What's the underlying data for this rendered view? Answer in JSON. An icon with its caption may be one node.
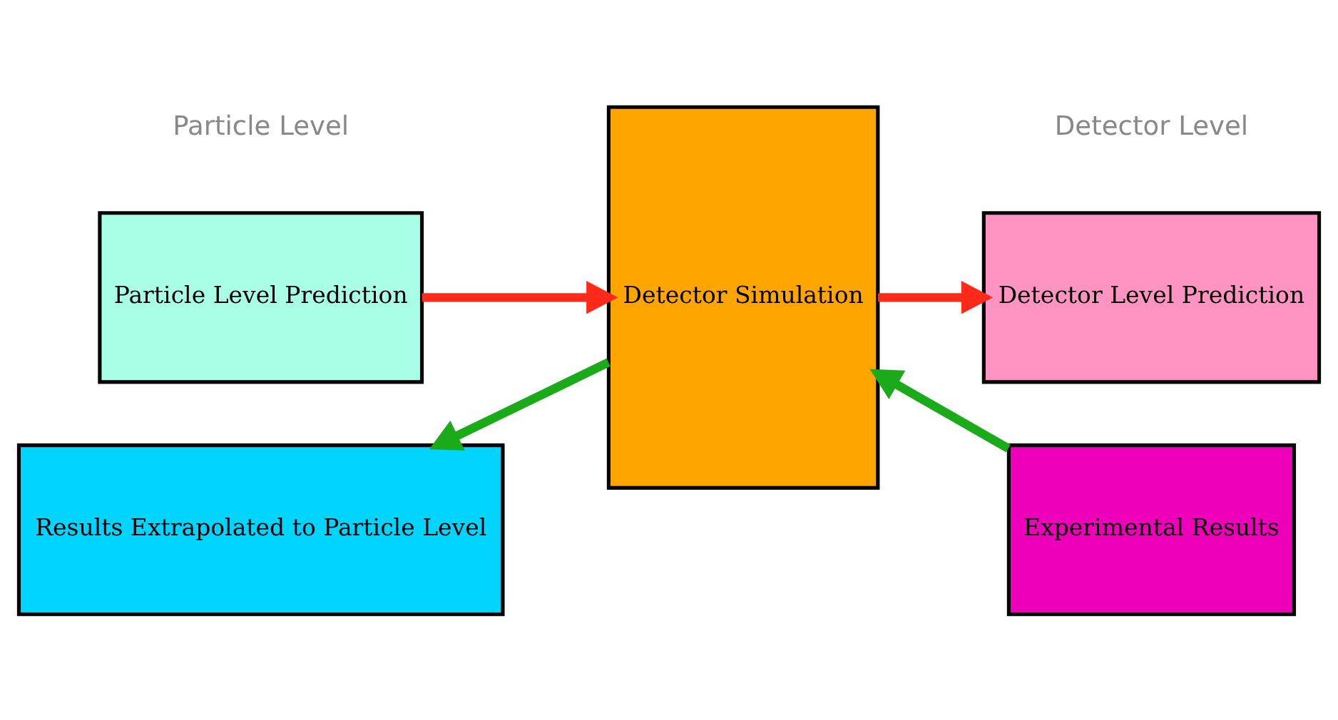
{
  "diagram": {
    "nodes": [
      {
        "text": [
          "Particle Level Prediction"
        ]
      },
      {
        "text": [
          "Detector Simulation"
        ]
      },
      {
        "text": [
          "Detector Level Prediction"
        ]
      },
      {
        "text": [
          "Results Extrapolated to Particle Level"
        ]
      },
      {
        "text": [
          "Experimental Results"
        ]
      }
    ],
    "edges": [
      {
        "from": 0,
        "to": 1,
        "arrow": "to",
        "color": "#ff2a1a"
      },
      {
        "from": 1,
        "to": 2,
        "arrow": "to",
        "color": "#ff2a1a"
      },
      {
        "from": 4,
        "to": 1,
        "arrow": "to",
        "color": "#1aaa1a"
      },
      {
        "from": 1,
        "to": 3,
        "arrow": "to",
        "color": "#1aaa1a"
      }
    ],
    "labels": [
      "Particle Level",
      "Detector Level"
    ]
  }
}
